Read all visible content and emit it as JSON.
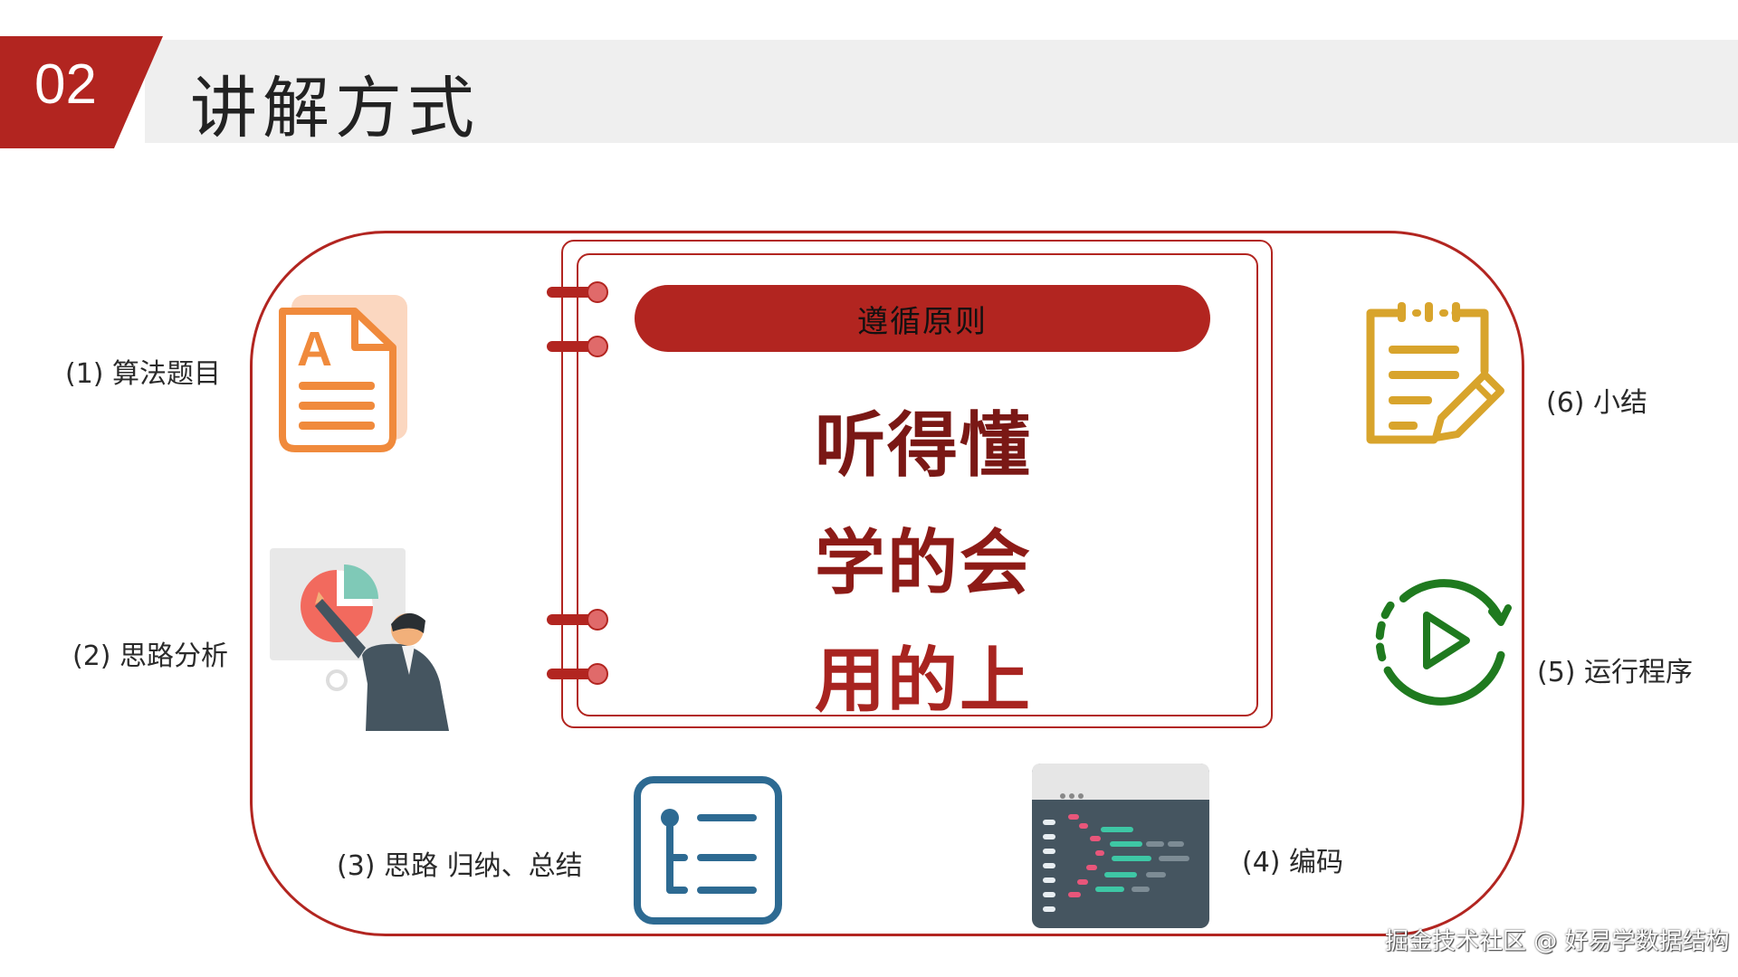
{
  "header": {
    "number": "02",
    "title": "讲解方式"
  },
  "principle": {
    "banner": "遵循原则",
    "lines": [
      "听得懂",
      "学的会",
      "用的上"
    ]
  },
  "steps": [
    {
      "label": "(1) 算法题目",
      "icon": "document-icon"
    },
    {
      "label": "(2) 思路分析",
      "icon": "presentation-icon"
    },
    {
      "label": "(3) 思路 归纳、总结",
      "icon": "list-icon"
    },
    {
      "label": "(4) 编码",
      "icon": "code-editor-icon"
    },
    {
      "label": "(5) 运行程序",
      "icon": "play-icon"
    },
    {
      "label": "(6) 小结",
      "icon": "notepad-icon"
    }
  ],
  "watermark": "掘金技术社区 @ 好易学数据结构",
  "colors": {
    "accent": "#b22520",
    "orange": "#f08a3c",
    "gold": "#d8a42c",
    "green": "#1f7a1f",
    "blue": "#2d6a92",
    "slate": "#455560"
  }
}
